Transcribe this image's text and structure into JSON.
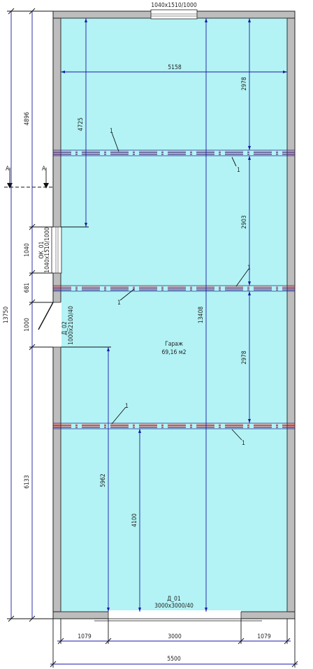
{
  "colors": {
    "room_fill": "#b3f3f5",
    "wall_fill": "#bdbdbd",
    "dimension_line": "#1a1aa8",
    "beam_red": "#d01818",
    "beam_blue": "#2b2b8f"
  },
  "room": {
    "name": "Гараж",
    "area": "69,16 м2"
  },
  "openings": {
    "top_window": "1040x1510/1000",
    "side_window_mark": "ОК_01",
    "side_window_size": "1040x1510/1000",
    "door_mark": "Д_02",
    "door_size": "1000x2100/40",
    "gate_mark": "Д_01",
    "gate_size": "3000x3000/40"
  },
  "section_mark": "А",
  "beam_label": "1",
  "dimensions": {
    "left_total": "13750",
    "left_chain": [
      "4896",
      "1040",
      "681",
      "1000",
      "6133"
    ],
    "bottom_chain": [
      "1079",
      "3000",
      "1079"
    ],
    "bottom_total": "5500",
    "inner_width": "5158",
    "inner_height": "13408",
    "upper_depth": "4725",
    "lower_depth": "5962",
    "gate_depth": "4100",
    "bays": [
      "2978",
      "2903",
      "2978"
    ]
  }
}
